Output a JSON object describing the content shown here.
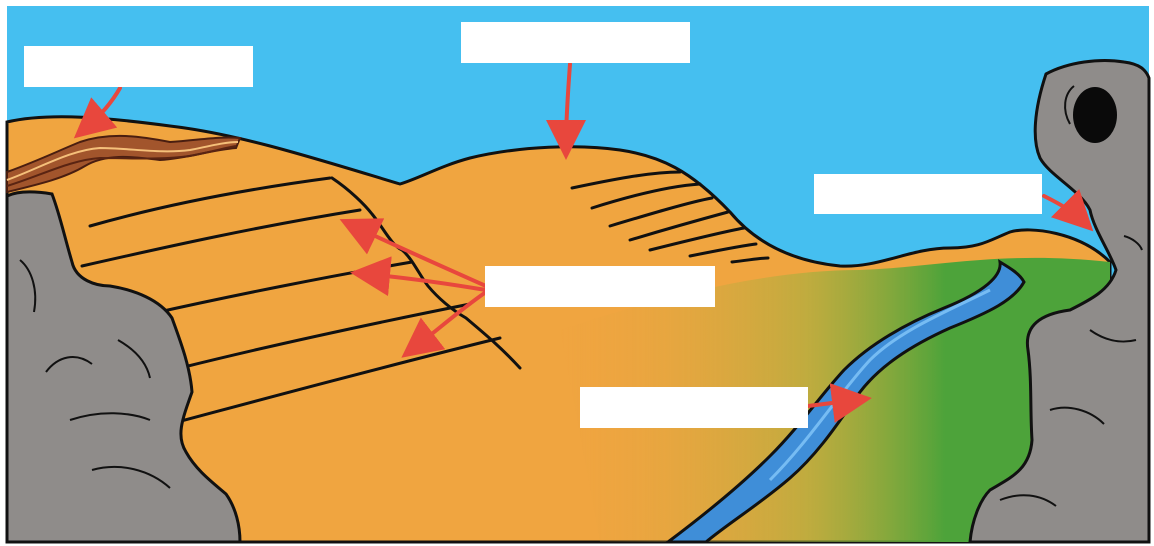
{
  "diagram": {
    "labels": [
      {
        "id": "folded-rock-layers",
        "text": ""
      },
      {
        "id": "hill-summit",
        "text": ""
      },
      {
        "id": "rock-cave-cliff",
        "text": ""
      },
      {
        "id": "joints-cracks",
        "text": ""
      },
      {
        "id": "river",
        "text": ""
      }
    ]
  },
  "colors": {
    "sky": "#45bff0",
    "ground": "#f0a540",
    "rock": "#8f8c8a",
    "river": "#3f8ed8",
    "grass": "#4da33a",
    "arrow": "#e8473d"
  }
}
